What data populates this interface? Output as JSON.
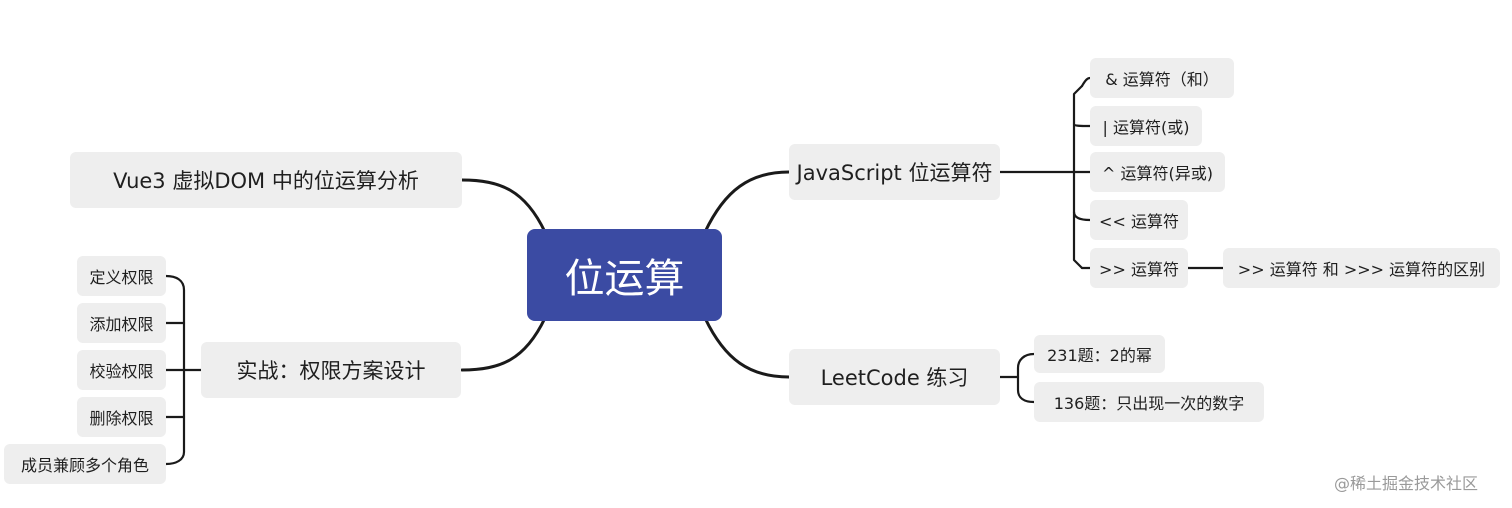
{
  "root": {
    "label": "位运算"
  },
  "branches": {
    "vue3": {
      "label": "Vue3 虚拟DOM 中的位运算分析"
    },
    "js": {
      "label": "JavaScript 位运算符",
      "children": [
        {
          "label": "& 运算符（和）"
        },
        {
          "label": "| 运算符(或)"
        },
        {
          "label": "^ 运算符(异或)"
        },
        {
          "label": "<< 运算符"
        },
        {
          "label": ">> 运算符",
          "child": {
            "label": ">> 运算符 和 >>> 运算符的区别"
          }
        }
      ]
    },
    "practice": {
      "label": "实战：权限方案设计",
      "children": [
        {
          "label": "定义权限"
        },
        {
          "label": "添加权限"
        },
        {
          "label": "校验权限"
        },
        {
          "label": "删除权限"
        },
        {
          "label": "成员兼顾多个角色"
        }
      ]
    },
    "leetcode": {
      "label": "LeetCode 练习",
      "children": [
        {
          "label": "231题：2的幂"
        },
        {
          "label": "136题：只出现一次的数字"
        }
      ]
    }
  },
  "watermark": "@稀土掘金技术社区",
  "colors": {
    "root_fill": "#3b4ba3",
    "node_fill": "#eeeeee",
    "connector": "#1a1a1a",
    "watermark": "#9a9a9a"
  }
}
